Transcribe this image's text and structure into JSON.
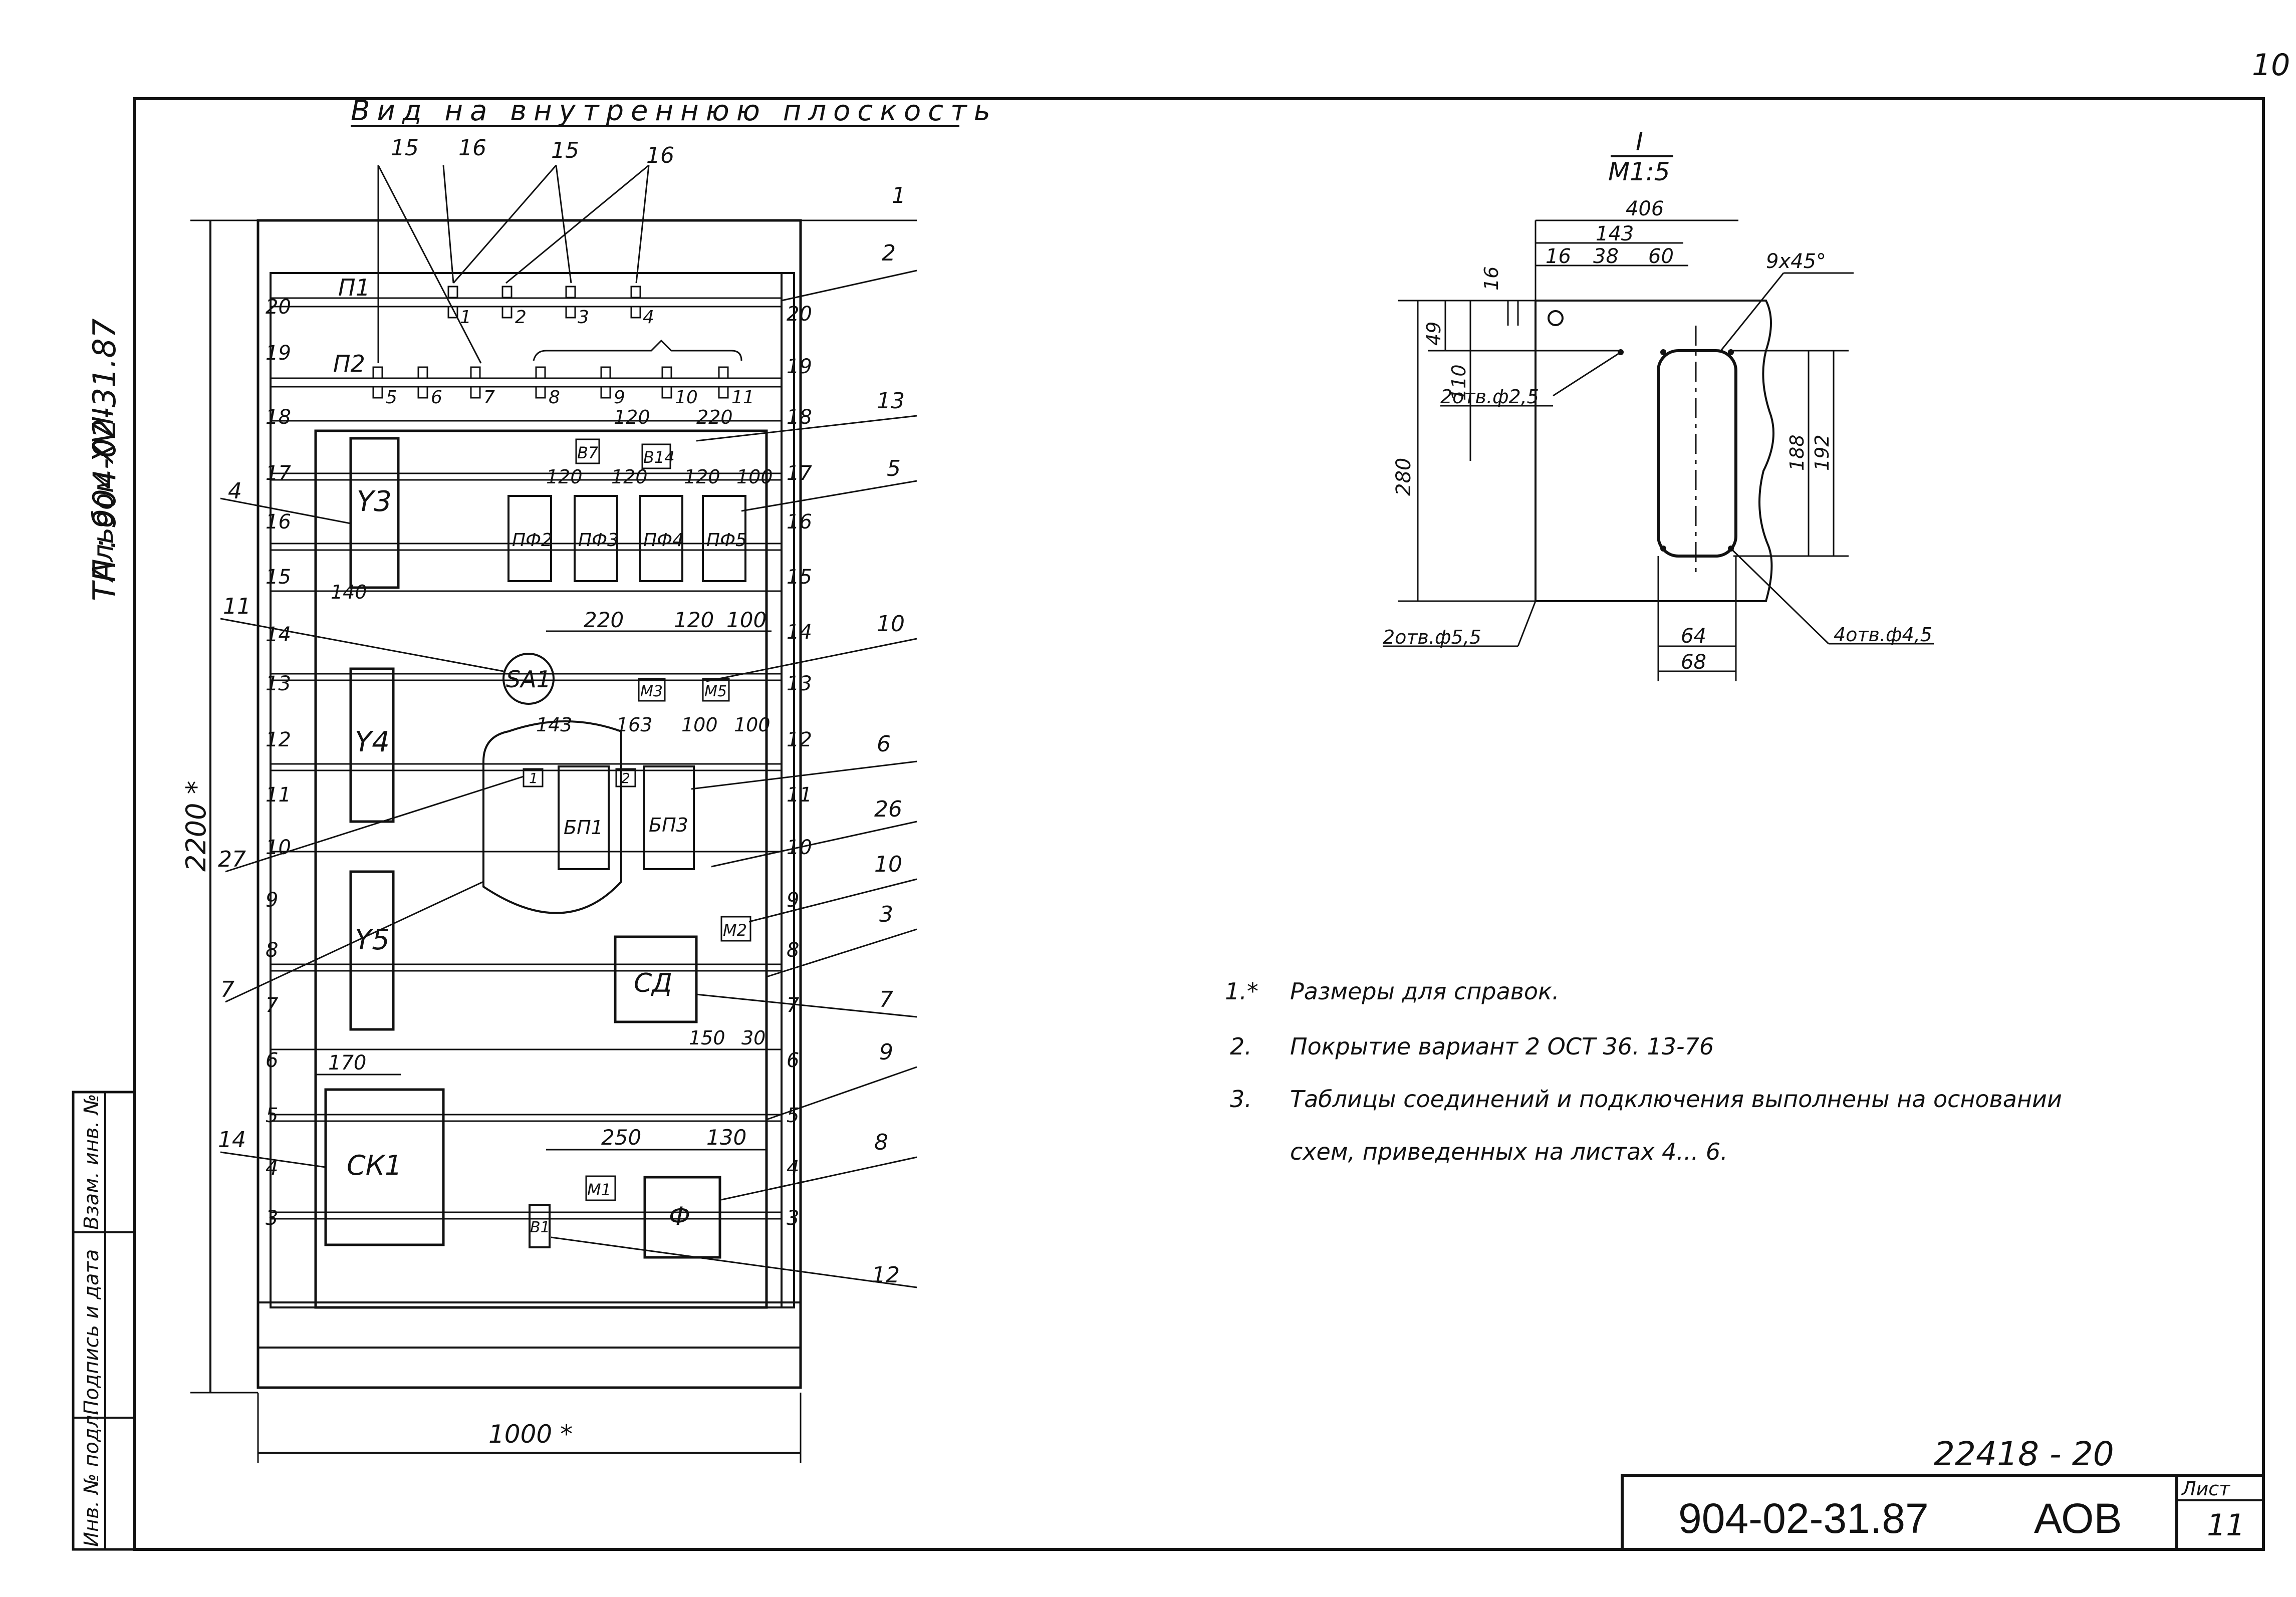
{
  "sheet_corner_number": "10",
  "side_label": {
    "project": "ТП : 904-02-31.87",
    "album": "Альбом XVII"
  },
  "stamp_column": [
    "Инв. № подл.",
    "Подпись и дата",
    "Взам. инв. №"
  ],
  "main_view": {
    "title": "Вид на внутреннюю плоскость",
    "height_dim": "2200 *",
    "width_dim": "1000 *",
    "rows": [
      "20",
      "19",
      "18",
      "17",
      "16",
      "15",
      "14",
      "13",
      "12",
      "11",
      "10",
      "9",
      "8",
      "7",
      "6",
      "5",
      "4",
      "3"
    ],
    "rail_labels": [
      "П1",
      "П2"
    ],
    "terminals_top": [
      "1",
      "2",
      "3",
      "4"
    ],
    "terminals_bottom": [
      "5",
      "6",
      "7",
      "8",
      "9",
      "10",
      "11"
    ],
    "devices": {
      "u3": "Y3",
      "u4": "Y4",
      "u5": "Y5",
      "pf2": "ПФ2",
      "pf3": "ПФ3",
      "pf4": "ПФ4",
      "pf5": "ПФ5",
      "sa1": "SA1",
      "m3": "М3",
      "m5": "М5",
      "bp1": "БП1",
      "bp3": "БП3",
      "m2": "М2",
      "sd": "СД",
      "sk1": "СК1",
      "m1": "М1",
      "b1": "В1",
      "f": "Ф",
      "b7": "В7",
      "b14": "В14",
      "tag1": "1",
      "tag2": "2"
    },
    "dims": {
      "d120_top": "120",
      "d220_top": "220",
      "d120a": "120",
      "d120b": "120",
      "d120c": "120",
      "d100a": "100",
      "d140": "140",
      "d220_mid": "220",
      "d120_mid": "120",
      "d100_mid": "100",
      "d143": "143",
      "d163": "163",
      "d100b": "100",
      "d100c": "100",
      "d170": "170",
      "d150": "150",
      "d30": "30",
      "d250": "250",
      "d130": "130"
    },
    "callouts": {
      "c15a": "15",
      "c16a": "16",
      "c15b": "15",
      "c16b": "16",
      "c1": "1",
      "c2": "2",
      "c13": "13",
      "c5": "5",
      "c10a": "10",
      "c6": "6",
      "c26": "26",
      "c10b": "10",
      "c3": "3",
      "c7": "7",
      "c9": "9",
      "c8": "8",
      "c12": "12",
      "c4": "4",
      "c11": "11",
      "c27": "27",
      "c7l": "7",
      "c14": "14"
    }
  },
  "detail_view": {
    "section": "I",
    "scale": "M1:5",
    "dims": {
      "d406": "406",
      "d143": "143",
      "d16a": "16",
      "d16b": "16",
      "d38": "38",
      "d60": "60",
      "chamfer": "9x45°",
      "d49": "49",
      "d110": "110",
      "d280": "280",
      "d188": "188",
      "d192": "192",
      "d64": "64",
      "d68": "68"
    },
    "holes": {
      "h1": "2отв.ф2,5",
      "h2": "2отв.ф5,5",
      "h3": "4отв.ф4,5"
    }
  },
  "notes": [
    {
      "num": "1.*",
      "text": "Размеры для справок."
    },
    {
      "num": "2.",
      "text": "Покрытие вариант 2  ОСТ 36. 13-76"
    },
    {
      "num": "3.",
      "text": "Таблицы соединений и подключения выполнены на основании"
    },
    {
      "num": "",
      "text": "схем, приведенных на листах   4... 6."
    }
  ],
  "title_block": {
    "handwritten_no": "22418 - 20",
    "doc_code": "904-02-31.87",
    "mark": "АОВ",
    "sheet_label": "Лист",
    "sheet_no": "11"
  }
}
